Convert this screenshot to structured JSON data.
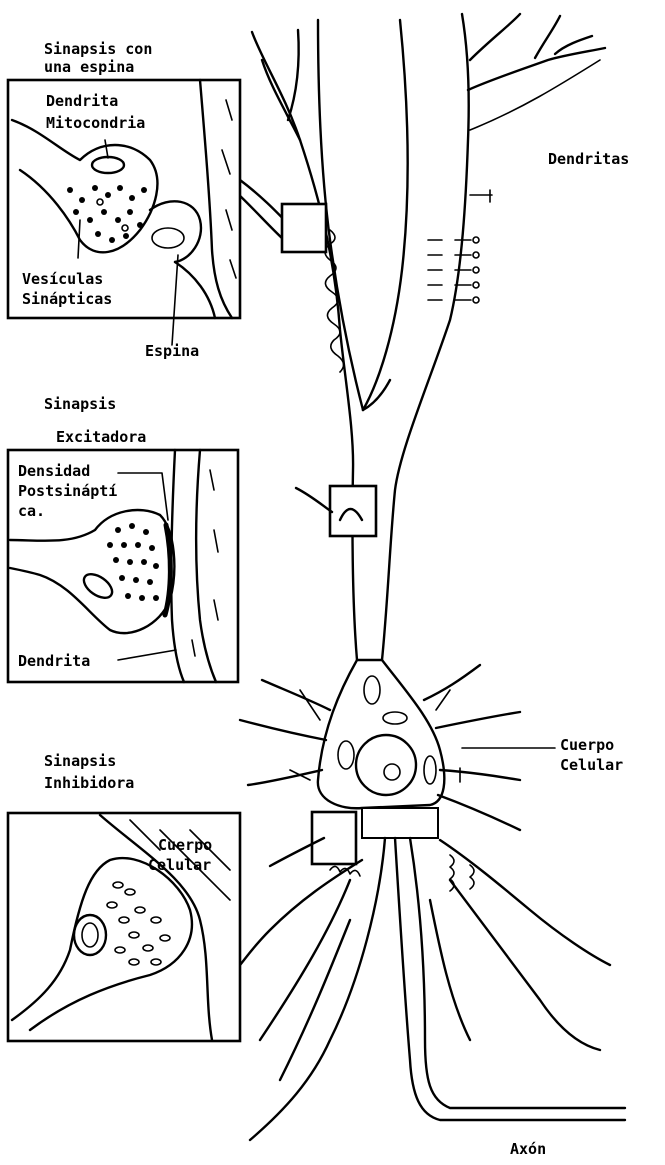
{
  "labels": {
    "dendritas": "Dendritas",
    "sinapsis_espina_title_1": "Sinapsis con",
    "sinapsis_espina_title_2": "una espina",
    "dendrita_top": "Dendrita",
    "mitocondria": "Mitocondria",
    "vesiculas_1": "Vesículas",
    "vesiculas_2": "Sinápticas",
    "espina": "Espina",
    "sinapsis_exc_1": "Sinapsis",
    "sinapsis_exc_2": "Excitadora",
    "densidad_1": "Densidad",
    "densidad_2": "Postsináptí",
    "densidad_3": "ca.",
    "dendrita_mid": "Dendrita",
    "sinapsis_inh_1": "Sinapsis",
    "sinapsis_inh_2": "Inhibidora",
    "cuerpo_inset_1": "Cuerpo",
    "cuerpo_inset_2": "Celular",
    "cuerpo_1": "Cuerpo",
    "cuerpo_2": "Celular",
    "axon": "Axón"
  }
}
